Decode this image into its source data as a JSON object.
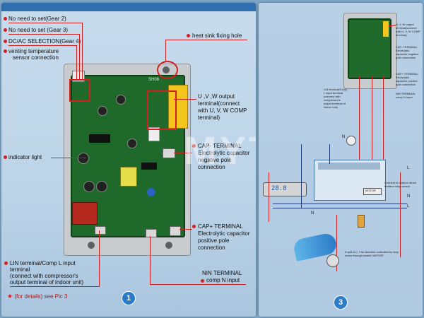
{
  "left_page": {
    "labels": {
      "gear2": "No need to set(Gear 2)",
      "gear3": "No need to set (Gear 3)",
      "dcac": "DC/AC SELECTION(Gear 4)",
      "venting_1": "venting temperature",
      "venting_2": "sensor connection",
      "heat_sink": "heat sink fixing hole",
      "uvw_1": "U ,V ,W output",
      "uvw_2": "terminal(connect",
      "uvw_3": "with U, V, W COMP",
      "uvw_4": "terminal)",
      "indicator": "indicator light",
      "cap_minus_title": "CAP- TERMINAL",
      "cap_minus_1": "Electrolytic capacitor",
      "cap_minus_2": "negative pole",
      "cap_minus_3": "connection",
      "cap_plus_title": "CAP+ TERMINAL",
      "cap_plus_1": "Electrolytic capacitor",
      "cap_plus_2": "positive pole",
      "cap_plus_3": "connection",
      "nin_1": "NIN TERMINAL",
      "nin_2": "comp N input",
      "lin_1": "LIN terminal/Comp L input",
      "lin_2": "terminal",
      "lin_3": "(connect with compressor's",
      "lin_4": "output terminal of indoor unit)",
      "details_star": "★",
      "details": "(for details) see Pic 3"
    },
    "board_print": "SH08",
    "badge": "1"
  },
  "right_page": {
    "badge": "3",
    "small_notes": {
      "uvw": "U, V, W output terminal(connect with U, V, W COMP terminal)",
      "cap_minus": "CAP- TERMINAL Electrolytic capacitor negative pole connection",
      "cap_plus": "CAP+ TERMINAL Electrolytic capacitor positive pole connection",
      "nin": "NIN TERMINAL comp N input",
      "lin": "LIN terminal/Comp L input terminal (connect with compressor's output terminal of indoor unit)",
      "fan": "If split A.C. Fan direction controlled by step motor through socket 'MOTOR'",
      "motor": "MOTOR",
      "n1": "N",
      "l1": "L",
      "n2": "N",
      "l2": "L",
      "n3": "N",
      "connect_sensor": "Connect to outdoor direct heaters temp sensor"
    },
    "display_digits": "28.8"
  },
  "watermark": "MYTZHΣ",
  "colors": {
    "accent_red": "#d12020",
    "pcb_green": "#1f6a2a",
    "badge_blue": "#2a7bc8"
  }
}
